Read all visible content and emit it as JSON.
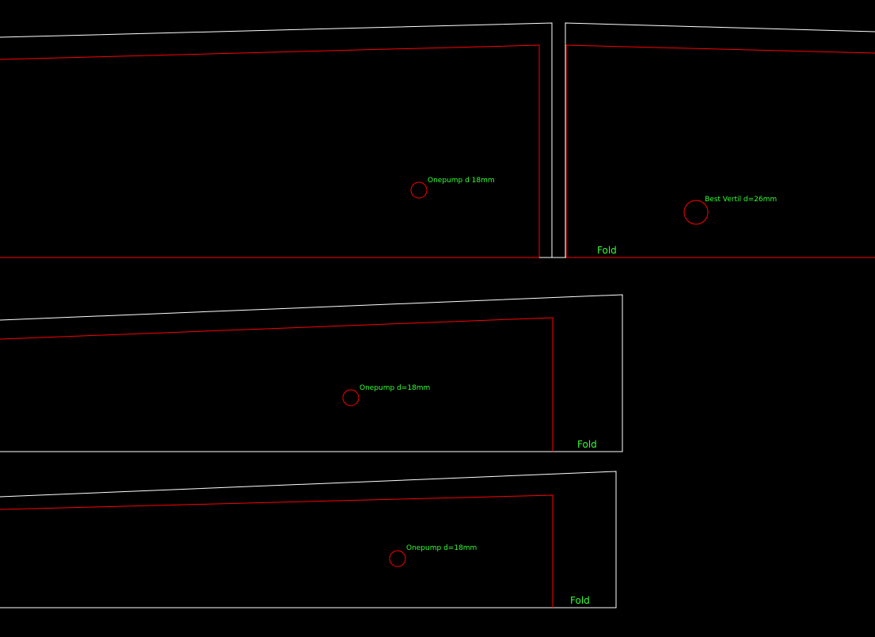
{
  "colors": {
    "background": "#000000",
    "outline": "#ffffff",
    "inner_line": "#ff0000",
    "hole": "#ff0000",
    "annotation": "#33ff33"
  },
  "panels": [
    {
      "left_label": "Onepump d 18mm",
      "right_label": "Best Vertil d=26mm",
      "fold_label": "Fold"
    },
    {
      "label": "Onepump d=18mm",
      "fold_label": "Fold"
    },
    {
      "label": "Onepump d=18mm",
      "fold_label": "Fold"
    }
  ]
}
